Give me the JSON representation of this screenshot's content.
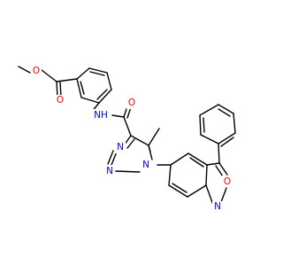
{
  "colors": {
    "bond": "#000000",
    "oxygen": "#ff0000",
    "nitrogen": "#0000ff",
    "background": "#ffffff"
  },
  "atoms": {
    "ester_o_single": "O",
    "ester_o_double": "O",
    "amide_nh": "NH",
    "amide_o": "O",
    "triazole_n1": "N",
    "triazole_n2": "N",
    "triazole_n3": "N",
    "isoxazole_o": "O",
    "isoxazole_n": "N"
  }
}
